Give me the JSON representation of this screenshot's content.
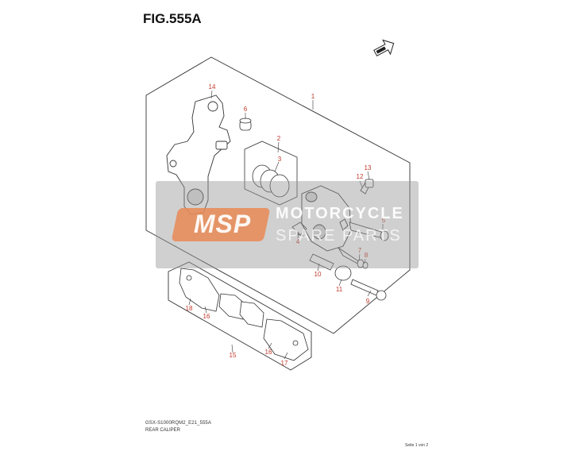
{
  "figure": {
    "title": "FIG.555A",
    "model_code": "GSX-S1000RQM2_E21_555A",
    "part_group": "REAR CALIPER",
    "page": "Seite 1 von 2",
    "fwd_label": "FWD"
  },
  "callouts": [
    "1",
    "2",
    "3",
    "4",
    "5",
    "6",
    "7",
    "8",
    "9",
    "10",
    "11",
    "12",
    "13",
    "14",
    "15",
    "16",
    "16",
    "17",
    "18"
  ],
  "watermark": {
    "logo": "MSP",
    "line1": "MOTORCYCLE",
    "line2": "SPARE PARTS"
  },
  "colors": {
    "callout": "#c0392b",
    "line": "#333333",
    "watermark_band": "#969696",
    "watermark_logo": "#e98a55"
  }
}
